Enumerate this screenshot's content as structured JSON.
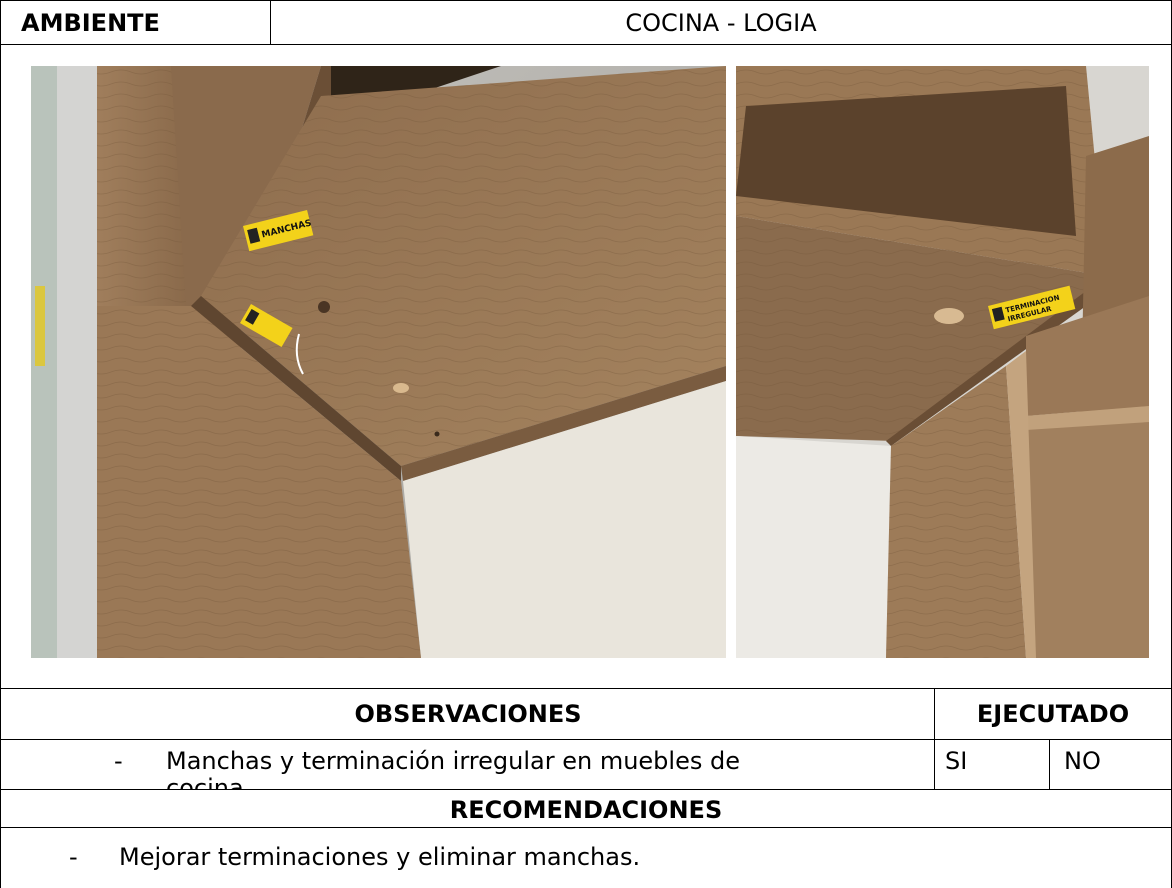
{
  "header": {
    "ambiente_label": "AMBIENTE",
    "ambiente_value": "COCINA - LOGIA"
  },
  "photos": [
    {
      "tag_text": "MANCHAS",
      "tag_text_2": ""
    },
    {
      "tag_text": "TERMINACION",
      "tag_text_2": "IRREGULAR"
    }
  ],
  "observaciones": {
    "header": "OBSERVACIONES",
    "ejecutado_header": "EJECUTADO",
    "bullet": "-",
    "items": [
      {
        "text_line1": "Manchas y terminación irregular en muebles de",
        "text_line2": "cocina.",
        "si": "SI",
        "no": "NO"
      }
    ]
  },
  "recomendaciones": {
    "header": "RECOMENDACIONES",
    "bullet": "-",
    "items": [
      "Mejorar terminaciones y eliminar manchas."
    ]
  },
  "colors": {
    "wood": "#9b7a58",
    "wood_dark": "#6e5236",
    "wall": "#ece8e0",
    "tag_yellow": "#f3d21a"
  }
}
